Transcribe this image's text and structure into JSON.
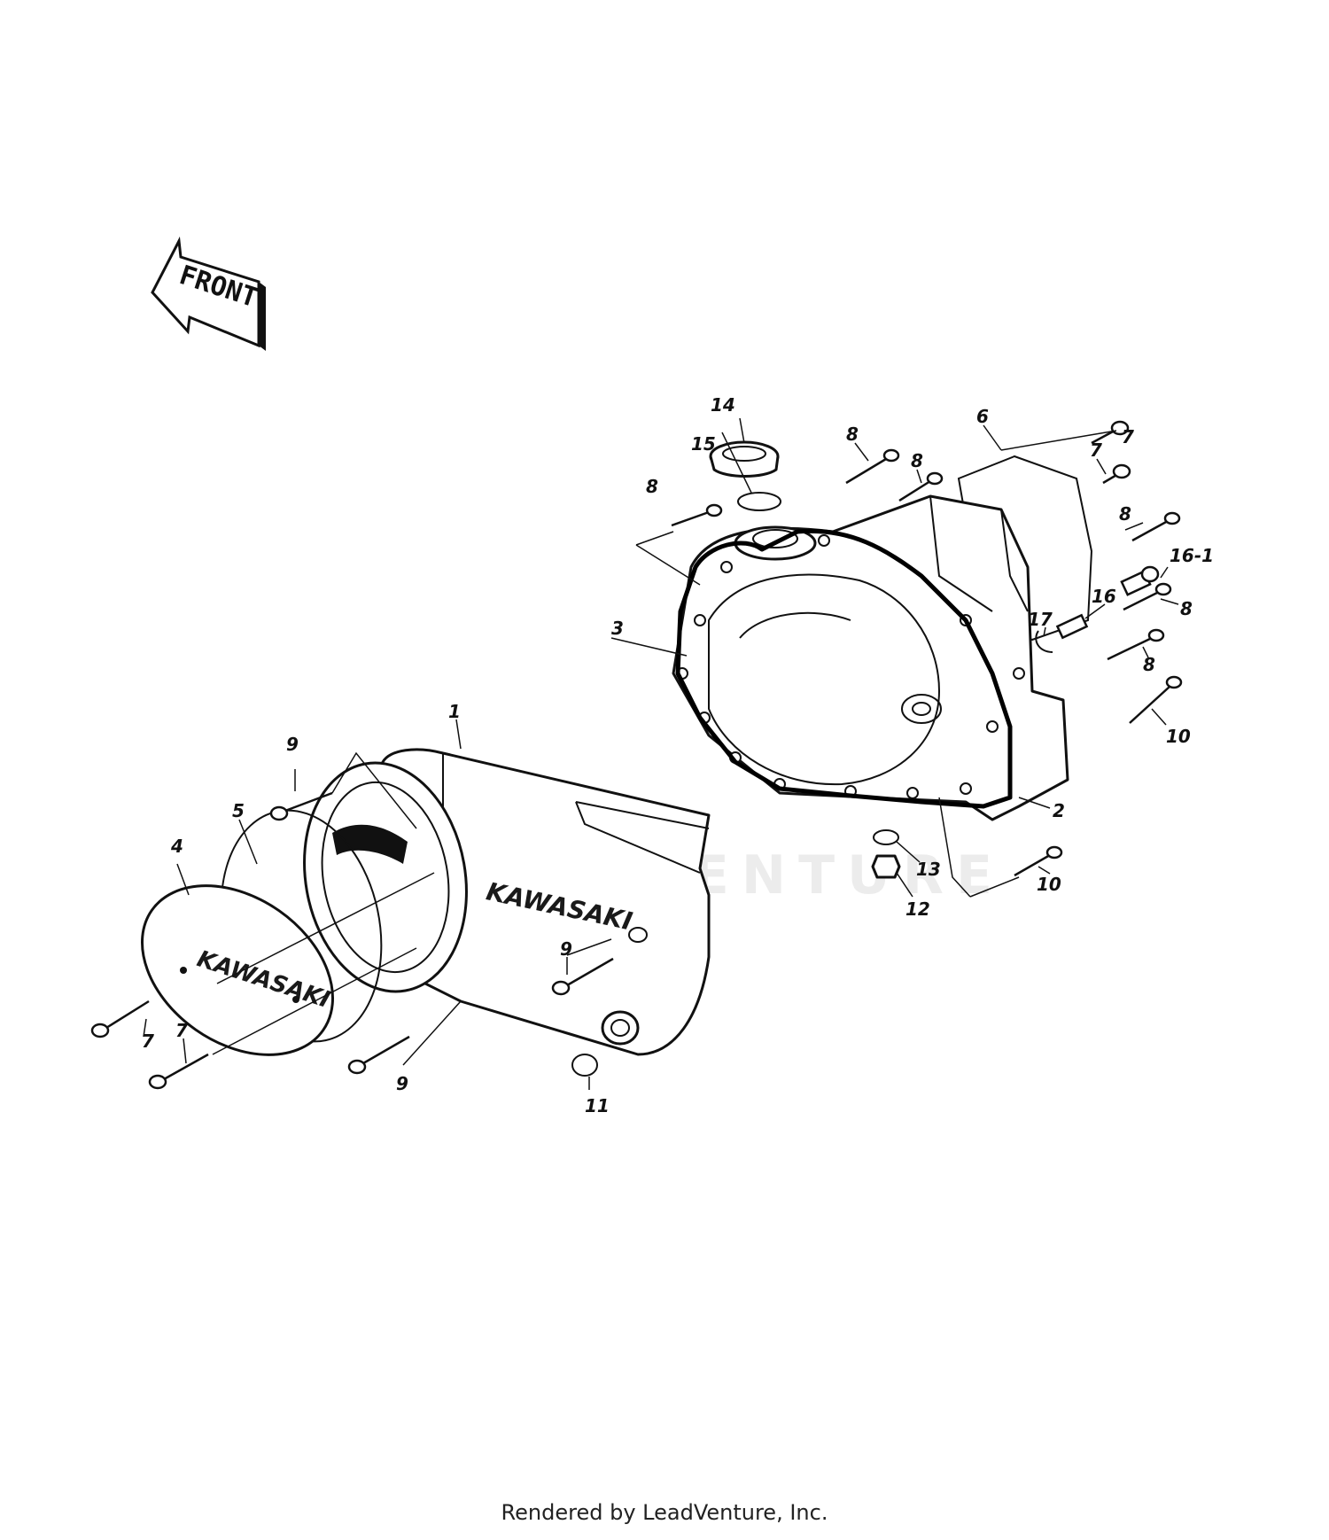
{
  "diagram": {
    "front_label": "FRONT",
    "watermark": "LEADVENTURE",
    "logo_cover": "KAWASAKI",
    "logo_cap": "KAWASAKI",
    "callouts": {
      "c1": "1",
      "c2": "2",
      "c3": "3",
      "c4": "4",
      "c5": "5",
      "c6": "6",
      "c7a": "7",
      "c7b": "7",
      "c7c": "7",
      "c7d": "7",
      "c8a": "8",
      "c8b": "8",
      "c8c": "8",
      "c8d": "8",
      "c8e": "8",
      "c8f": "8",
      "c9a": "9",
      "c9b": "9",
      "c9c": "9",
      "c10a": "10",
      "c10b": "10",
      "c11": "11",
      "c12": "12",
      "c13": "13",
      "c14": "14",
      "c15": "15",
      "c16": "16",
      "c16_1": "16-1",
      "c17": "17"
    }
  },
  "footer": {
    "text": "Rendered by LeadVenture, Inc."
  }
}
